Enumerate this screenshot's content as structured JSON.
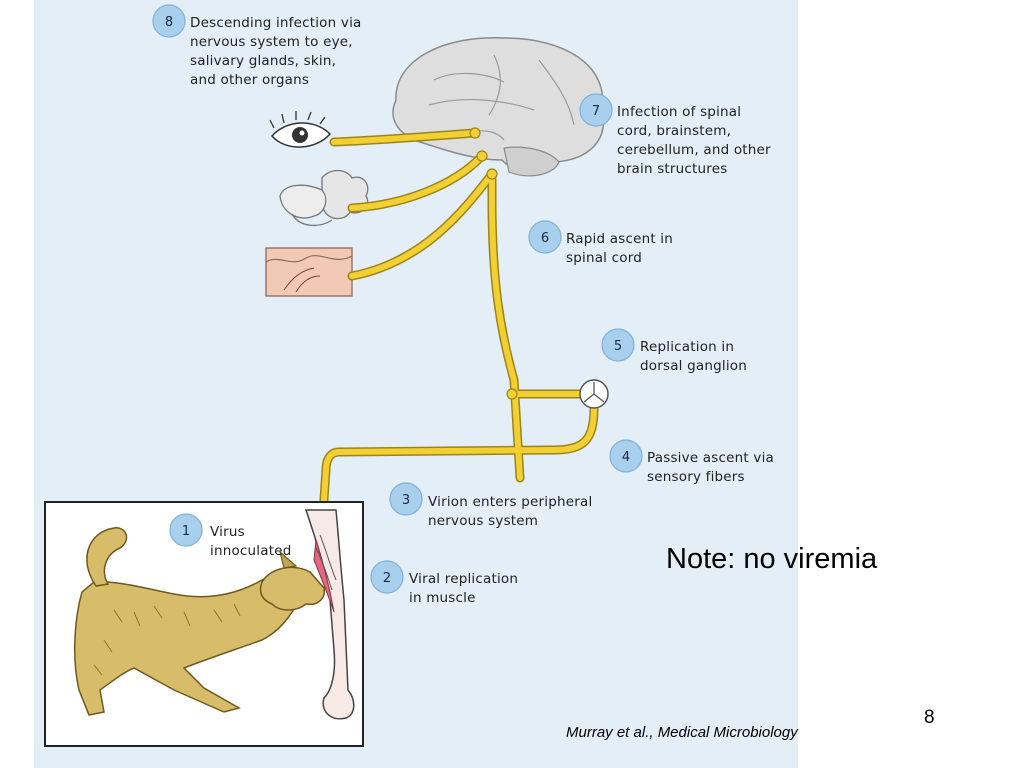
{
  "steps": [
    {
      "number": "1",
      "lines": [
        "Virus",
        "innoculated"
      ]
    },
    {
      "number": "2",
      "lines": [
        "Viral replication",
        "in muscle"
      ]
    },
    {
      "number": "3",
      "lines": [
        "Virion enters peripheral",
        "nervous system"
      ]
    },
    {
      "number": "4",
      "lines": [
        "Passive ascent via",
        "sensory fibers"
      ]
    },
    {
      "number": "5",
      "lines": [
        "Replication in",
        "dorsal ganglion"
      ]
    },
    {
      "number": "6",
      "lines": [
        "Rapid ascent in",
        "spinal cord"
      ]
    },
    {
      "number": "7",
      "lines": [
        "Infection of spinal",
        "cord, brainstem,",
        "cerebellum, and other",
        "brain structures"
      ]
    },
    {
      "number": "8",
      "lines": [
        "Descending infection via",
        "nervous system to eye,",
        "salivary glands, skin,",
        "and other organs"
      ]
    }
  ],
  "note": "Note: no viremia",
  "slide_number": "8",
  "citation": "Murray et al., Medical Microbiology",
  "colors": {
    "panel_background": "#e3eef6",
    "nerve": "#f2d034",
    "nerve_outline": "#9c8416",
    "step_circle": "#a8d0ee",
    "dog_fur": "#d7bd6a",
    "brain": "#dedede",
    "muscle": "#e06a80",
    "skin_tissue": "#f2c9b4"
  }
}
